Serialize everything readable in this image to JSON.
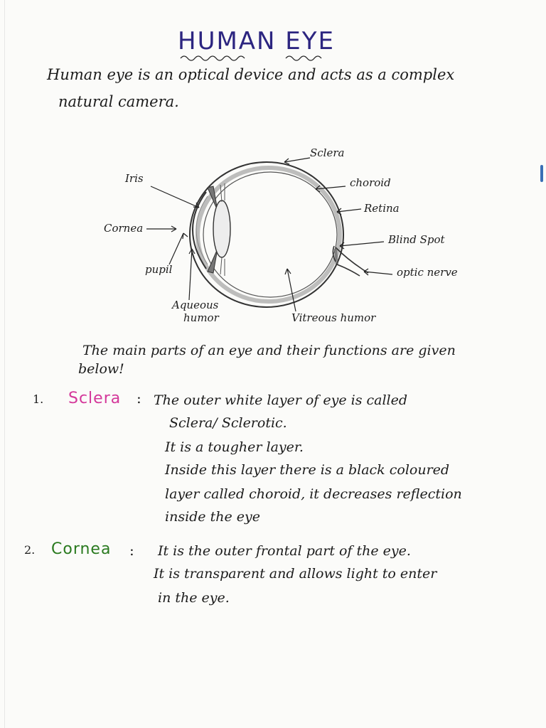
{
  "title": "HUMAN EYE",
  "intro": {
    "line1": "Human eye is an optical device and acts as a complex",
    "line2": "natural camera."
  },
  "diagram": {
    "labels": {
      "sclera": "Sclera",
      "choroid": "choroid",
      "iris": "Iris",
      "retina": "Retina",
      "cornea": "Cornea",
      "blind_spot": "Blind Spot",
      "pupil": "pupil",
      "optic_nerve": "optic nerve",
      "aqueous_1": "Aqueous",
      "aqueous_2": "humor",
      "vitreous": "Vitreous humor"
    }
  },
  "parts_intro": {
    "line1": "The main parts of an eye and their functions are given",
    "line2": "below!"
  },
  "sections": [
    {
      "number": "1.",
      "heading": "Sclera",
      "color": "#d4379a",
      "lines": [
        "The outer white layer of eye is called",
        "Sclera/ Sclerotic.",
        "It is a tougher layer.",
        "Inside this layer there is a black coloured",
        "layer called choroid, it decreases reflection",
        "inside the eye"
      ]
    },
    {
      "number": "2.",
      "heading": "Cornea",
      "color": "#2a7a1f",
      "lines": [
        "It is the outer frontal part of the eye.",
        "It is transparent and allows light to enter",
        "in the eye."
      ]
    }
  ]
}
